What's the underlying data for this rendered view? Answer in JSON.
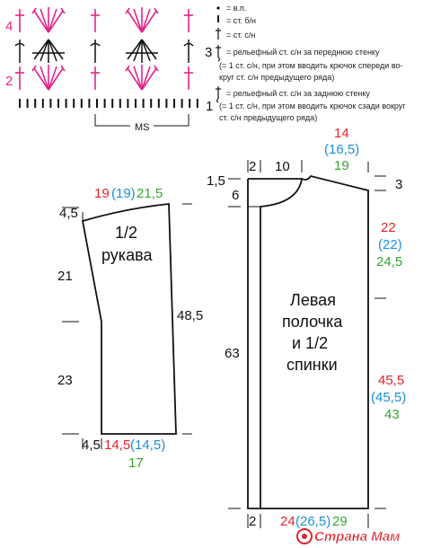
{
  "colors": {
    "pink": "#e4248b",
    "red": "#e0242b",
    "blue": "#1a8fd6",
    "green": "#37a62f",
    "line": "#111111"
  },
  "chart": {
    "row_labels": {
      "r4": "4",
      "r3": "3",
      "r2": "2",
      "r1": "1"
    },
    "repeat_label": "MS"
  },
  "legend": {
    "items": [
      {
        "symbol": "chain-dot",
        "text": "= в.п."
      },
      {
        "symbol": "sc-tick",
        "text": "= ст. б/н"
      },
      {
        "symbol": "dc-cross",
        "text": "= ст. с/н"
      },
      {
        "symbol": "front-post-dc",
        "text": "= рельефный ст. с/н за переднюю стенку"
      },
      {
        "symbol": "",
        "text": "(= 1 ст. с/н, при этом вводить крючок спереди во-"
      },
      {
        "symbol": "",
        "text": "круг ст. с/н предыдущего ряда)"
      },
      {
        "symbol": "back-post-dc",
        "text": "= рельефный ст. с/н за заднюю стенку"
      },
      {
        "symbol": "",
        "text": "(= 1 ст. с/н, при этом вводить крючок сзади вокруг"
      },
      {
        "symbol": "",
        "text": "ст. с/н предыдущего ряда)"
      }
    ]
  },
  "sleeve": {
    "title_line1": "1/2",
    "title_line2": "рукава",
    "top_red": "19",
    "top_blue": "(19)",
    "top_green": "21,5",
    "cap_offset": "4,5",
    "upper_height": "21",
    "lower_height": "23",
    "total_height": "48,5",
    "bottom_offset": "4,5",
    "bottom_red": "14,5",
    "bottom_blue": "(14,5)",
    "bottom_green": "17"
  },
  "front": {
    "title_line1": "Левая",
    "title_line2": "полочка",
    "title_line3": "и 1/2",
    "title_line4": "спинки",
    "neck_offset": "2",
    "neck_width": "10",
    "shoulder_red": "14",
    "shoulder_blue": "(16,5)",
    "shoulder_green": "19",
    "neck_drop_top": "1,5",
    "neck_depth": "6",
    "shoulder_slope": "3",
    "armhole_red": "22",
    "armhole_blue": "(22)",
    "armhole_green": "24,5",
    "total_height": "63",
    "side_red": "45,5",
    "side_blue": "(45,5)",
    "side_green": "43",
    "bottom_offset": "2",
    "bottom_red": "24",
    "bottom_blue": "(26,5)",
    "bottom_green": "29"
  },
  "watermark": {
    "text": "Страна Мам"
  }
}
